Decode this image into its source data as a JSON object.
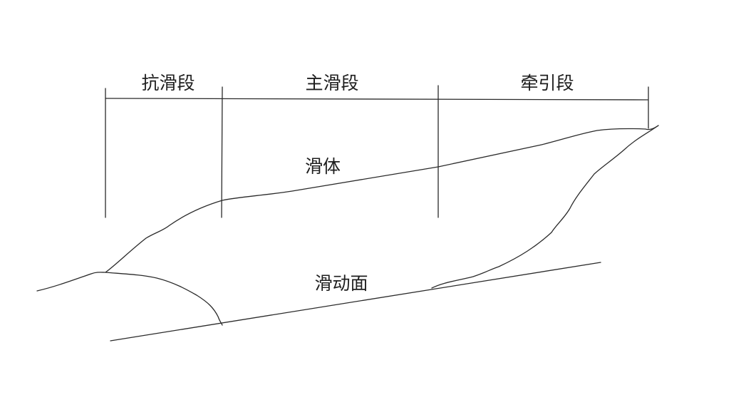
{
  "segments": {
    "resist": "抗滑段",
    "main": "主滑段",
    "traction": "牵引段"
  },
  "body_label": "滑体",
  "surface_label": "滑动面"
}
